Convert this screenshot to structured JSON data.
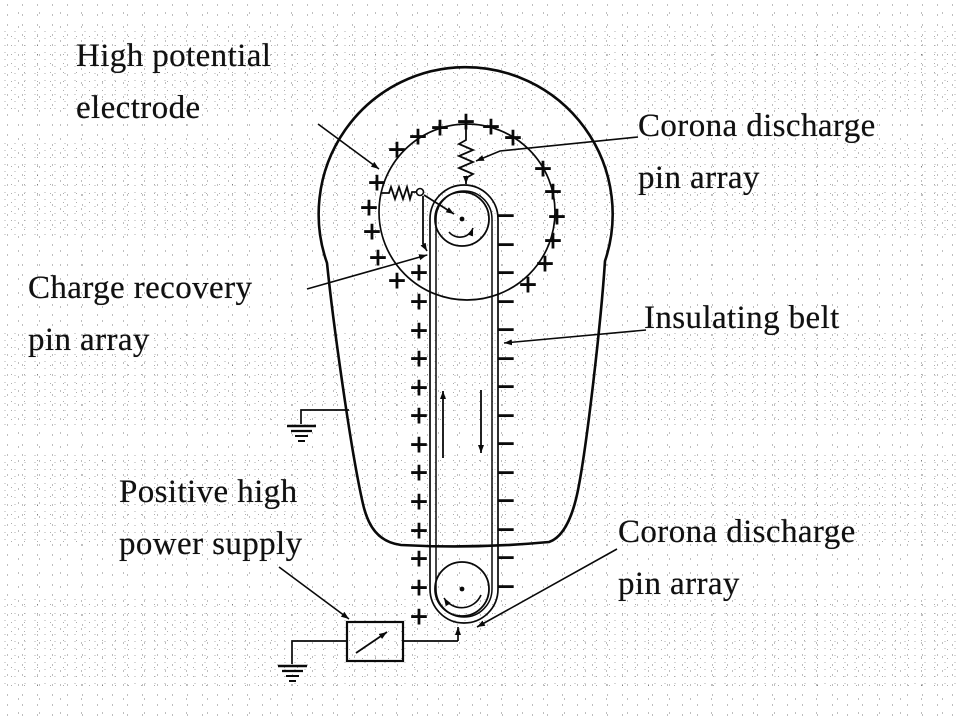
{
  "diagram": {
    "labels": {
      "high_potential_electrode": {
        "line1": "High potential",
        "line2": "electrode"
      },
      "corona_discharge_top": {
        "line1": "Corona discharge",
        "line2": "pin array"
      },
      "charge_recovery": {
        "line1": "Charge recovery",
        "line2": "pin array"
      },
      "insulating_belt": {
        "line1": "Insulating belt"
      },
      "positive_high_power_supply": {
        "line1": "Positive high",
        "line2": "power supply"
      },
      "corona_discharge_bottom": {
        "line1": "Corona discharge",
        "line2": "pin array"
      }
    },
    "symbols": {
      "positive_charge": "+",
      "negative_charge": "−"
    },
    "colors": {
      "ink": "#0a0a0a",
      "background": "#ffffff"
    }
  }
}
